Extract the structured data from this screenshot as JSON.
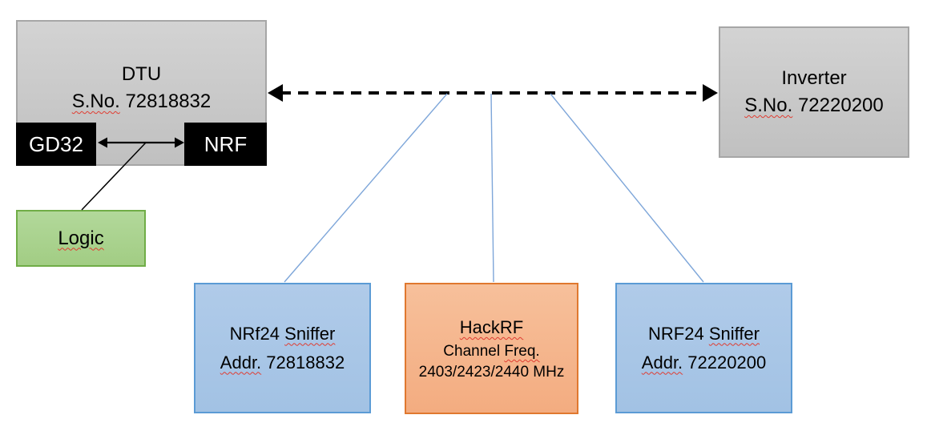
{
  "dtu": {
    "title": "DTU",
    "serial_label": "S.No.",
    "serial_number": "72818832"
  },
  "gd32": {
    "label": "GD32"
  },
  "nrf": {
    "label": "NRF"
  },
  "logic": {
    "label": "Logic"
  },
  "inverter": {
    "title": "Inverter",
    "serial_label": "S.No.",
    "serial_number": "72220200"
  },
  "sniffer_left": {
    "name_prefix": "NRf24",
    "name_word": "Sniffer",
    "addr_label": "Addr.",
    "addr_number": "72818832"
  },
  "hackrf": {
    "title": "HackRF",
    "channel_prefix": "Channel",
    "channel_word": "Freq.",
    "frequencies": "2403/2423/2440 MHz"
  },
  "sniffer_right": {
    "name_prefix": "NRF24",
    "name_word": "Sniffer",
    "addr_label": "Addr.",
    "addr_number": "72220200"
  },
  "colors": {
    "gray_fill": "#C8C8C8",
    "gray_border": "#A6A6A6",
    "black_fill": "#000000",
    "green_fill": "#A9D18E",
    "green_border": "#70AD47",
    "blue_fill": "#A8C7E7",
    "blue_border": "#5B9BD5",
    "orange_fill": "#F5B58B",
    "orange_border": "#E0782F",
    "connector_blue": "#7EA6D9",
    "connector_black": "#000000",
    "squiggle_red": "#E03C31"
  }
}
